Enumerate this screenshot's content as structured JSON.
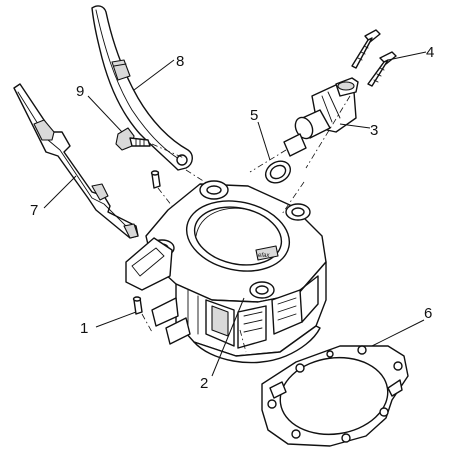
{
  "callouts": [
    {
      "id": "1",
      "label": "1"
    },
    {
      "id": "2",
      "label": "2"
    },
    {
      "id": "3",
      "label": "3"
    },
    {
      "id": "4",
      "label": "4"
    },
    {
      "id": "5",
      "label": "5"
    },
    {
      "id": "6",
      "label": "6"
    },
    {
      "id": "7",
      "label": "7"
    },
    {
      "id": "8",
      "label": "8"
    },
    {
      "id": "9",
      "label": "9"
    }
  ],
  "cylinder_stamp": "efax",
  "colors": {
    "line": "#111111",
    "background": "#ffffff",
    "shade": "#d9d9d9"
  }
}
